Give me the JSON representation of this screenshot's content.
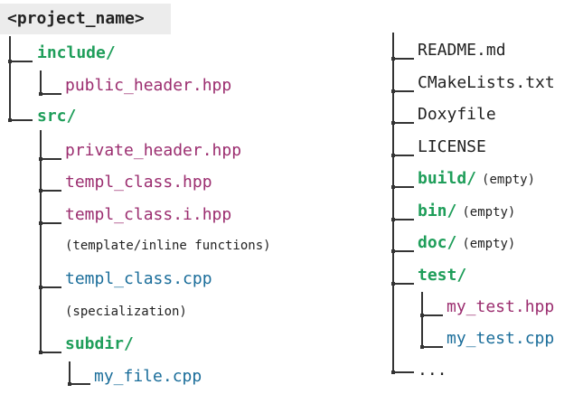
{
  "root": {
    "label": "<project_name>"
  },
  "left": {
    "include": "include/",
    "public_header": "public_header.hpp",
    "src": "src/",
    "private_header": "private_header.hpp",
    "templ_class_hpp": "templ_class.hpp",
    "templ_class_i_hpp": "templ_class.i.hpp",
    "note_template_inline": "(template/inline functions)",
    "templ_class_cpp": "templ_class.cpp",
    "note_specialization": "(specialization)",
    "subdir": "subdir/",
    "my_file": "my_file.cpp"
  },
  "right": {
    "readme": "README.md",
    "cmakelists": "CMakeLists.txt",
    "doxyfile": "Doxyfile",
    "license": "LICENSE",
    "build": "build/",
    "bin": "bin/",
    "doc": "doc/",
    "empty_note": "(empty)",
    "test": "test/",
    "my_test_hpp": "my_test.hpp",
    "my_test_cpp": "my_test.cpp",
    "ellipsis": "..."
  },
  "colors": {
    "directory": "#1f9e5a",
    "header_file": "#9b2d6f",
    "source_file": "#1a6d9a",
    "plain_file": "#222222",
    "root_background": "#ececec"
  }
}
